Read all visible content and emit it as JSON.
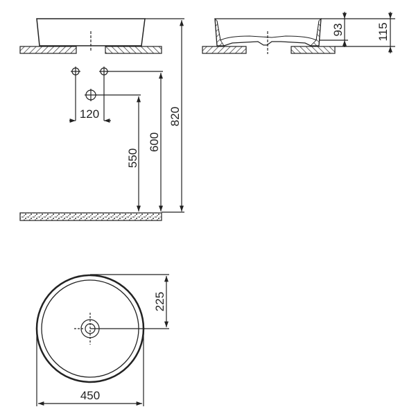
{
  "colors": {
    "line": "#222222",
    "background": "#ffffff",
    "hatch": "#333333"
  },
  "dimensions": {
    "basin_height_total": "115",
    "basin_inner_depth": "93",
    "countertop_height": "820",
    "supply_height": "600",
    "drain_height": "550",
    "supply_spacing": "120",
    "radius": "225",
    "diameter": "450"
  }
}
